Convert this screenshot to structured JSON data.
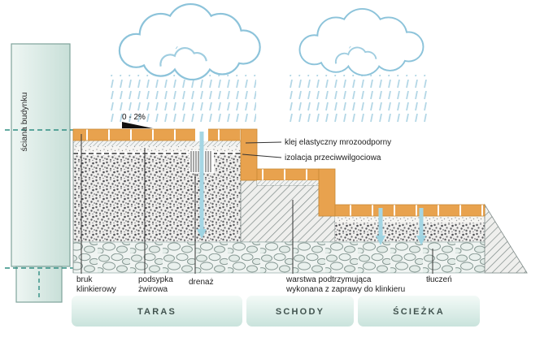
{
  "diagram": {
    "wall_label": "ściana budynku",
    "slope_label": "0 - 2%",
    "callouts": {
      "adhesive": "klej elastyczny mrozoodporny",
      "insulation": "izolacja przeciwwilgociowa",
      "paving_line1": "bruk",
      "paving_line2": "klinkierowy",
      "bedding_line1": "podsypka",
      "bedding_line2": "żwirowa",
      "drainage": "drenaż",
      "support_line1": "warstwa podtrzymująca",
      "support_line2": "wykonana z zaprawy do klinkieru",
      "crushed_stone": "tłuczeń"
    },
    "sections": {
      "terrace": "TARAS",
      "stairs": "SCHODY",
      "path": "ŚCIEŻKA"
    },
    "colors": {
      "brick": "#E8A24E",
      "cloud_outline": "#8CC3DA",
      "rain": "#B3D7E6",
      "water_arrow": "#9FD4E2",
      "wall_fill": "#D8EAE5",
      "section_band": "#C9E3DC",
      "dashed_reference": "#2F8D82"
    }
  }
}
